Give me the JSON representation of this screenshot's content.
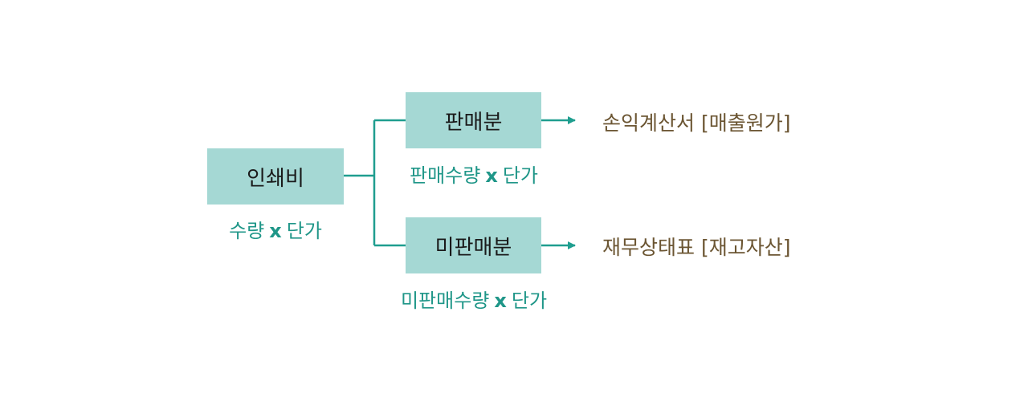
{
  "colors": {
    "box_fill": "#a5d8d4",
    "line": "#1f9e8f",
    "formula_text": "#1f9688",
    "destination_text": "#6b5532"
  },
  "root": {
    "label": "인쇄비",
    "formula": {
      "quantity": "수량",
      "operator": "x",
      "price": "단가"
    }
  },
  "branches": [
    {
      "label": "판매분",
      "formula": {
        "quantity": "판매수량",
        "operator": "x",
        "price": "단가"
      },
      "destination": "손익계산서 [매출원가]"
    },
    {
      "label": "미판매분",
      "formula": {
        "quantity": "미판매수량",
        "operator": "x",
        "price": "단가"
      },
      "destination": "재무상태표 [재고자산]"
    }
  ]
}
